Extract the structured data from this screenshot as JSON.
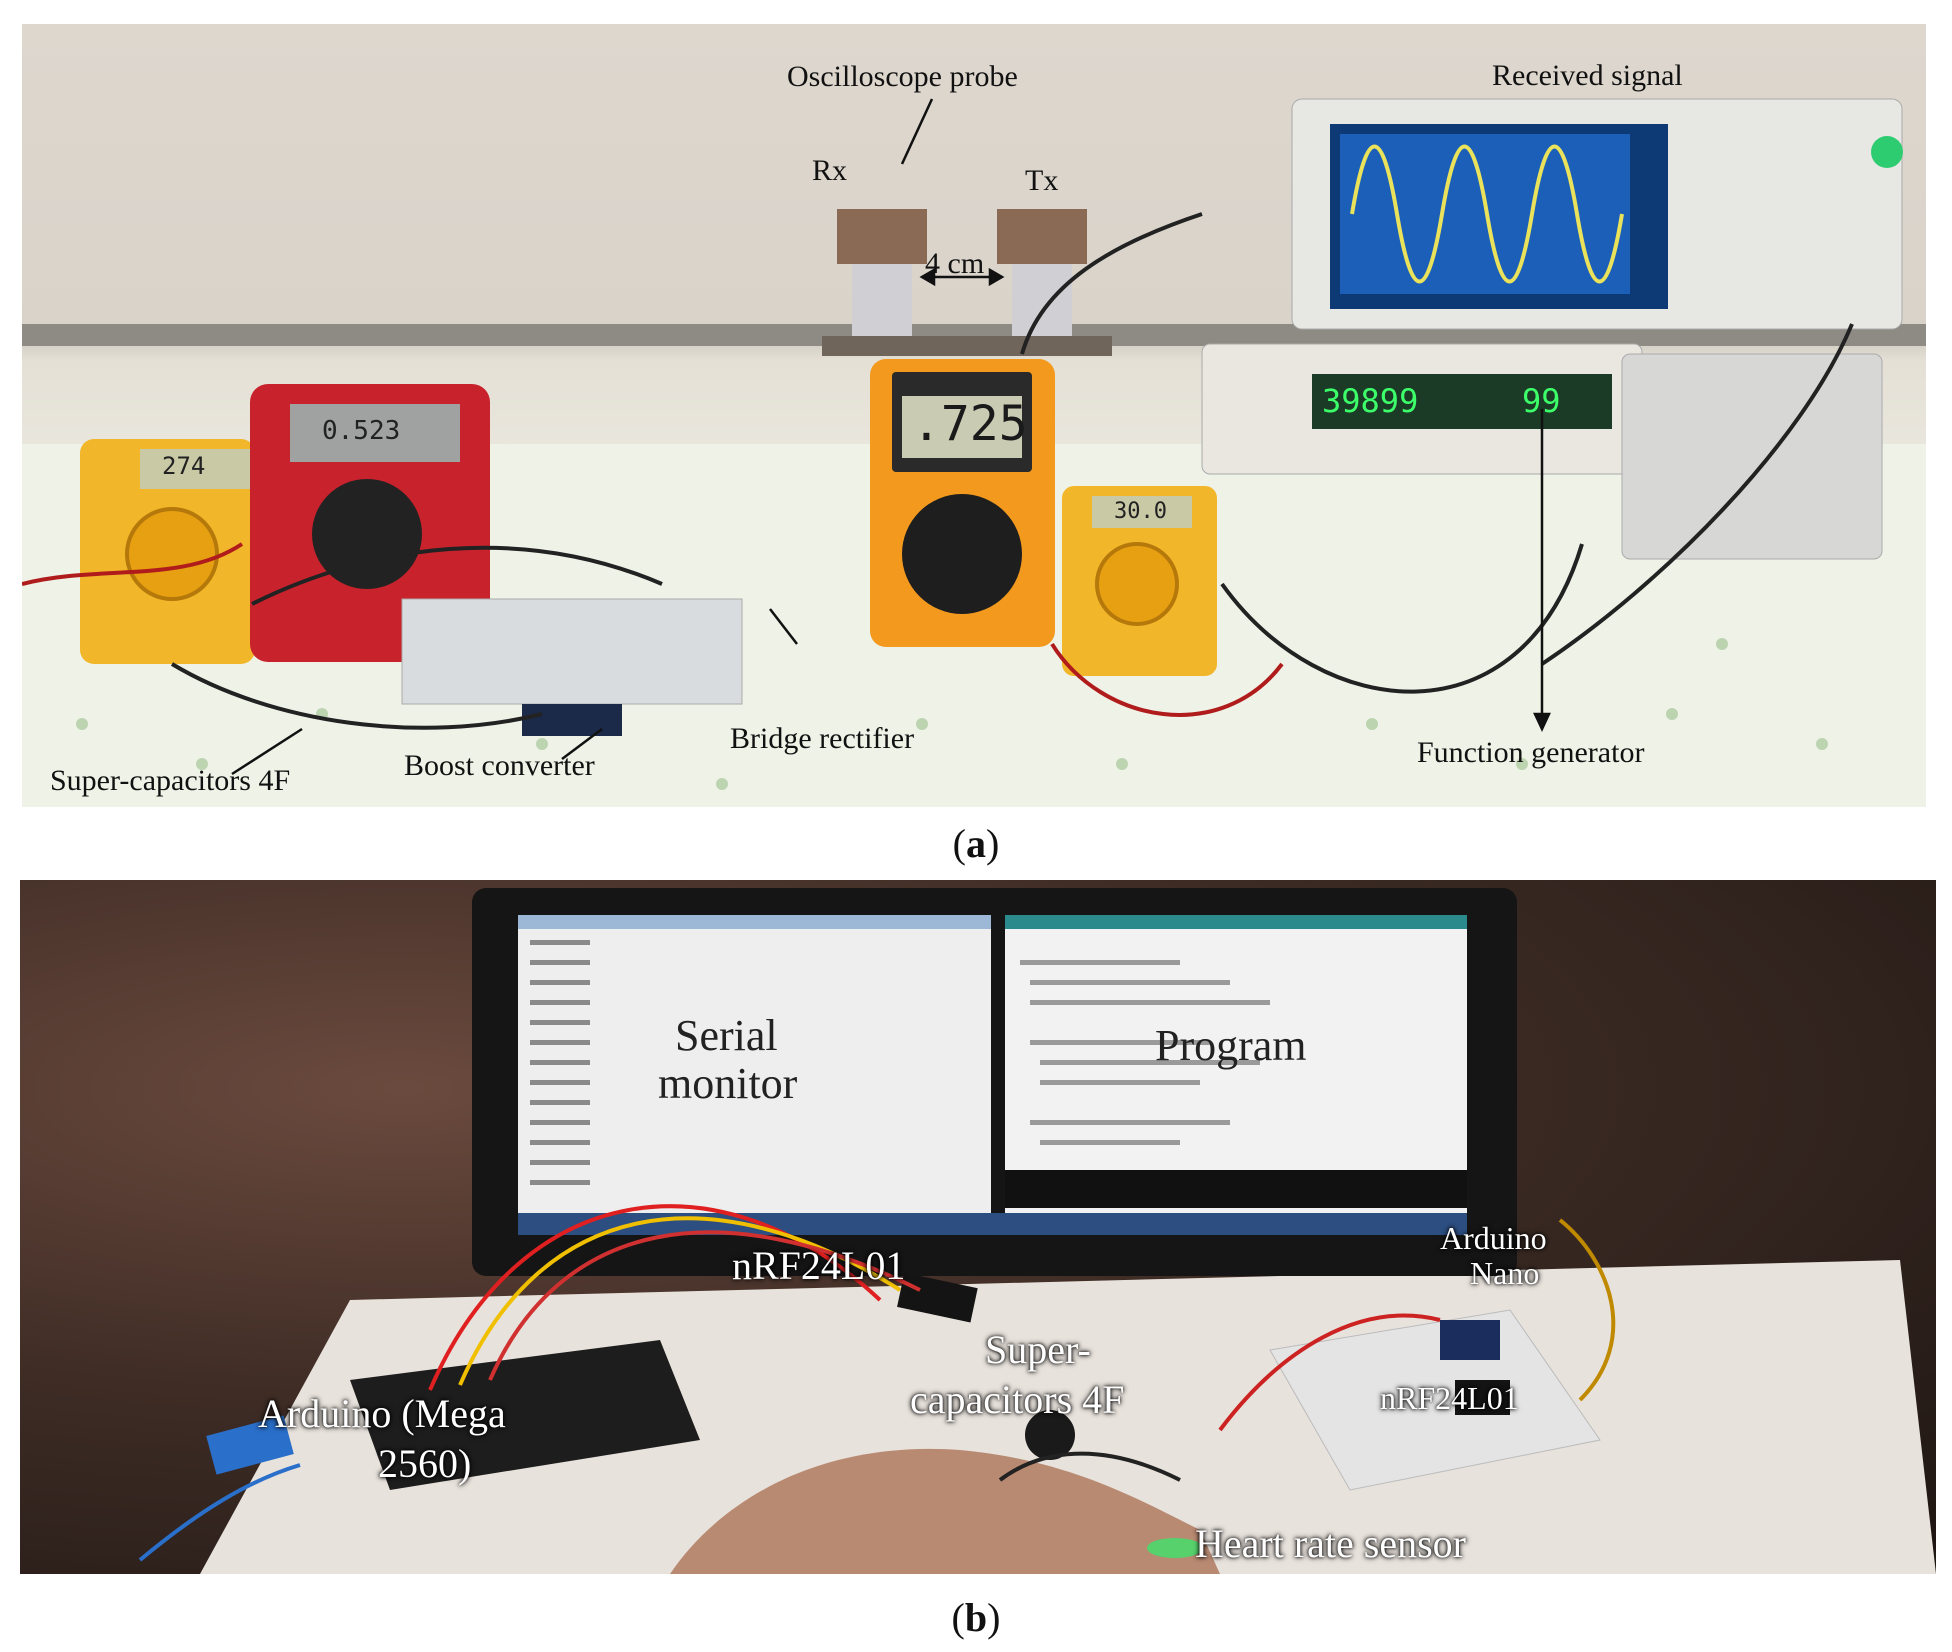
{
  "panel_a": {
    "caption_open": "(",
    "caption_letter": "a",
    "caption_close": ")",
    "labels": {
      "oscilloscope_probe": "Oscilloscope probe",
      "received_signal": "Received signal",
      "rx": "Rx",
      "tx": "Tx",
      "distance": "4 cm",
      "super_capacitors": "Super-capacitors 4F",
      "boost_converter": "Boost converter",
      "bridge_rectifier": "Bridge rectifier",
      "function_generator": "Function generator"
    },
    "readouts": {
      "meter_yellow_left": "274",
      "meter_red": "0.523",
      "meter_orange": ".725",
      "meter_yellow_right": "30.0",
      "function_generator_freq": "39899",
      "function_generator_amp": "99"
    }
  },
  "panel_b": {
    "caption_open": "(",
    "caption_letter": "b",
    "caption_close": ")",
    "labels": {
      "serial_monitor_1": "Serial",
      "serial_monitor_2": "monitor",
      "program": "Program",
      "arduino_nano_1": "Arduino",
      "arduino_nano_2": "Nano",
      "nrf_left": "nRF24L01",
      "nrf_right": "nRF24L01",
      "super_capacitors_1": "Super-",
      "super_capacitors_2": "capacitors 4F",
      "arduino_mega_1": "Arduino (Mega",
      "arduino_mega_2": "2560)",
      "heart_rate_sensor": "Heart rate sensor"
    }
  },
  "colors": {
    "meter_yellow": "#f2b62a",
    "meter_red": "#c8232c",
    "meter_orange": "#f39a1e",
    "scope_screen": "#1b5fb8",
    "scope_trace": "#e9e25a"
  }
}
